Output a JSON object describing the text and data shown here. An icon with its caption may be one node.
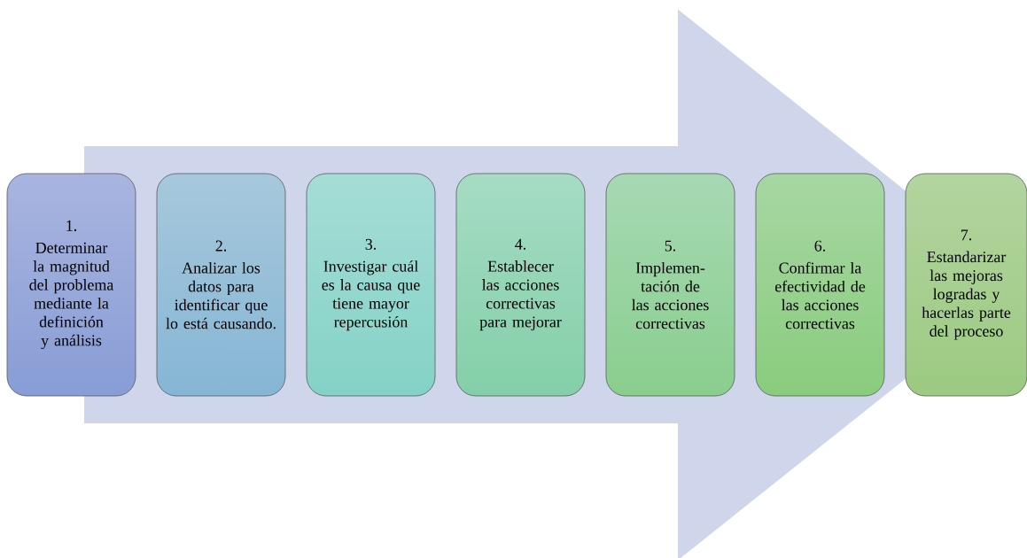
{
  "diagram": {
    "nodes": [
      {
        "text": [
          "1.",
          "Determinar la magnitud del problema mediante la definición y análisis"
        ]
      },
      {
        "text": [
          "2.",
          "Analizar los datos para identificar que lo está causando."
        ]
      },
      {
        "text": [
          "3.",
          "Investigar cuál es la causa que tiene mayor repercusión"
        ]
      },
      {
        "text": [
          "4.",
          "Establecer las acciones correctivas para mejorar"
        ]
      },
      {
        "text": [
          "5.",
          "Implemen- tación de las acciones correctivas"
        ]
      },
      {
        "text": [
          "6.",
          "Confirmar la efectividad de las acciones correctivas"
        ]
      },
      {
        "text": [
          "7.",
          "Estandarizar las mejoras logradas y hacerlas parte del proceso"
        ]
      }
    ],
    "edges": [
      {
        "from": 0,
        "to": 6,
        "arrow": "to"
      }
    ]
  }
}
